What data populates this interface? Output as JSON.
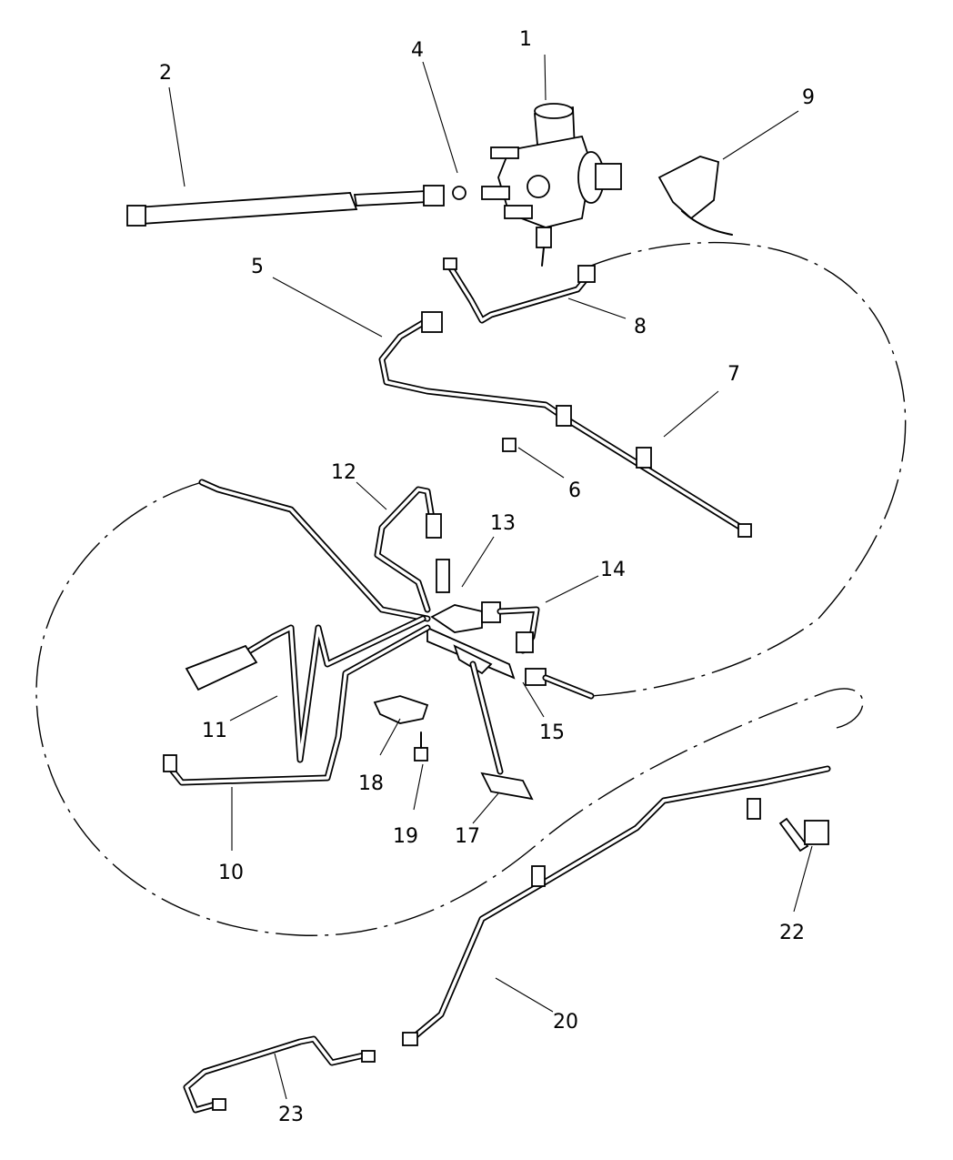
{
  "diagram": {
    "type": "exploded parts diagram",
    "callouts": [
      {
        "id": "1",
        "label": "1"
      },
      {
        "id": "2",
        "label": "2"
      },
      {
        "id": "4",
        "label": "4"
      },
      {
        "id": "5",
        "label": "5"
      },
      {
        "id": "6",
        "label": "6"
      },
      {
        "id": "7",
        "label": "7"
      },
      {
        "id": "8",
        "label": "8"
      },
      {
        "id": "9",
        "label": "9"
      },
      {
        "id": "10",
        "label": "10"
      },
      {
        "id": "11",
        "label": "11"
      },
      {
        "id": "12",
        "label": "12"
      },
      {
        "id": "13",
        "label": "13"
      },
      {
        "id": "14",
        "label": "14"
      },
      {
        "id": "15",
        "label": "15"
      },
      {
        "id": "17",
        "label": "17"
      },
      {
        "id": "18",
        "label": "18"
      },
      {
        "id": "19",
        "label": "19"
      },
      {
        "id": "20",
        "label": "20"
      },
      {
        "id": "22",
        "label": "22"
      },
      {
        "id": "23",
        "label": "23"
      }
    ]
  }
}
